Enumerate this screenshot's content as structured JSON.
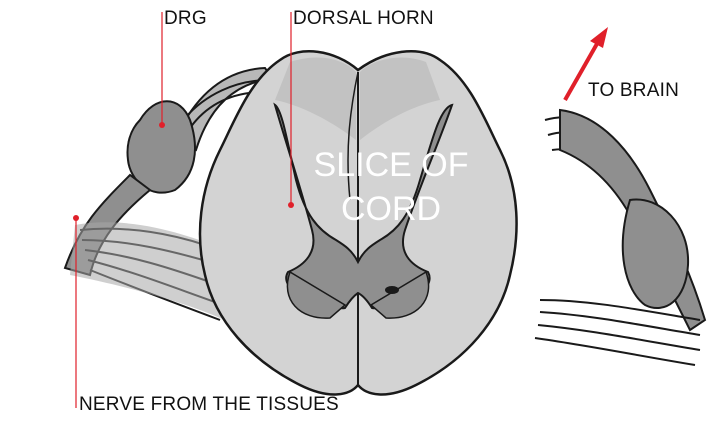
{
  "diagram": {
    "labels": {
      "drg": "DRG",
      "dorsal_horn": "DORSAL HORN",
      "to_brain": "TO BRAIN",
      "nerve": "NERVE FROM THE TISSUES",
      "slice_line1": "SLICE OF",
      "slice_line2": "CORD"
    },
    "colors": {
      "leader_line": "#e0202a",
      "arrow": "#e0202a",
      "cord_fill": "#d3d3d3",
      "grey_matter": "#8f8f8f",
      "outline": "#1a1a1a",
      "label_text": "#111111",
      "center_text": "#ffffff"
    }
  }
}
